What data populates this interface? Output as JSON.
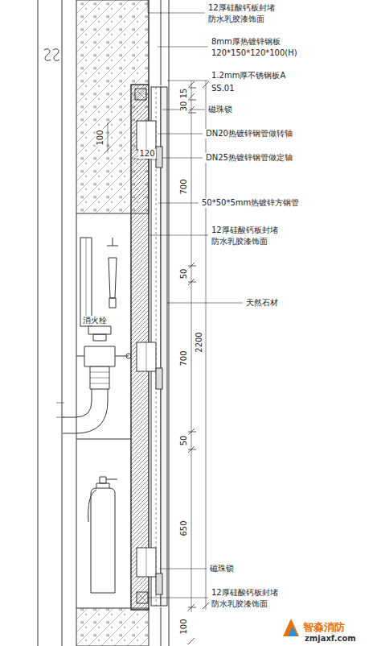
{
  "diagram": {
    "labels": [
      "12厚硅酸钙板封堵",
      "防水乳胶漆饰面",
      "8mm厚热镀锌钢板",
      "120*150*120*100(H)",
      "1.2mm厚不锈钢板A",
      "SS.01",
      "磁珠锁",
      "DN20热镀锌钢管做转轴",
      "DN25热镀锌钢管做定轴",
      "50*50*5mm热镀锌方钢管",
      "12厚硅酸钙板封堵",
      "防水乳胶漆饰面",
      "天然石材",
      "磁珠锁",
      "12厚硅酸钙板封堵",
      "防水乳胶漆饰面",
      "消火栓",
      "15",
      "30",
      "100",
      "120",
      "700",
      "50",
      "2200",
      "700",
      "50",
      "650",
      "100",
      "智淼消防",
      "zmjaxf.com"
    ]
  }
}
